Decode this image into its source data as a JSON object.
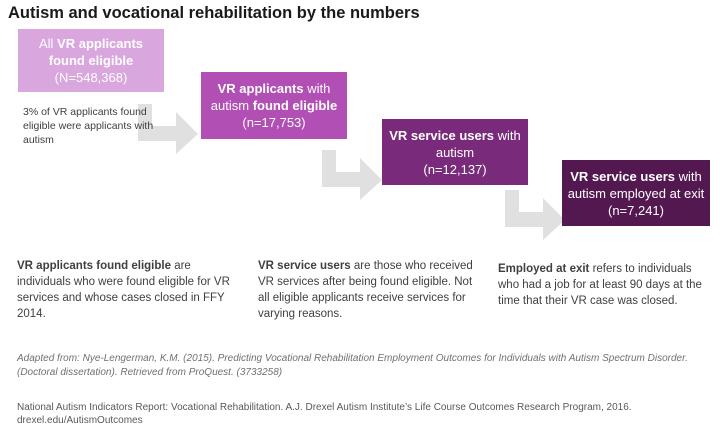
{
  "title": "Autism and vocational rehabilitation by the numbers",
  "colors": {
    "box1": "#d9a6dd",
    "box2": "#b24fb4",
    "box3": "#7a2a7b",
    "box4": "#53184f",
    "arrow": "#e0e0e0"
  },
  "boxes": [
    {
      "pre": "All ",
      "bold1": "VR applicants",
      "mid": "",
      "bold2": "found eligible",
      "post": "",
      "count": "(N=548,368)"
    },
    {
      "pre": "",
      "bold1": "VR applicants",
      "mid": " with autism ",
      "bold2": "found eligible",
      "post": "",
      "count": "(n=17,753)"
    },
    {
      "pre": "",
      "bold1": "VR service users",
      "mid": " with autism",
      "bold2": "",
      "post": "",
      "count": "(n=12,137)"
    },
    {
      "pre": "",
      "bold1": "VR service users",
      "mid": " with autism employed at exit",
      "bold2": "",
      "post": "",
      "count": "(n=7,241)"
    }
  ],
  "note": "3% of VR applicants found eligible were applicants with autism",
  "definitions": [
    {
      "term": "VR applicants found eligible",
      "text": " are individuals who were found eligible for VR services and whose cases closed in FFY 2014."
    },
    {
      "term": "VR service users",
      "text": " are those who received VR services after being found eligible. Not all eligible applicants receive services for varying reasons."
    },
    {
      "term": "Employed at exit",
      "text": " refers to individuals who had a job for at least 90 days at the time that their VR case was closed."
    }
  ],
  "adapted": "Adapted from: Nye-Lengerman, K.M. (2015). Predicting Vocational Rehabilitation Employment Outcomes for Individuals with Autism Spectrum Disorder. (Doctoral dissertation). Retrieved from ProQuest. (3733258)",
  "footer": {
    "line1": "National Autism Indicators Report: Vocational Rehabilitation. A.J. Drexel Autism Institute’s Life Course Outcomes Research Program, 2016.",
    "line2": "drexel.edu/AutismOutcomes"
  }
}
